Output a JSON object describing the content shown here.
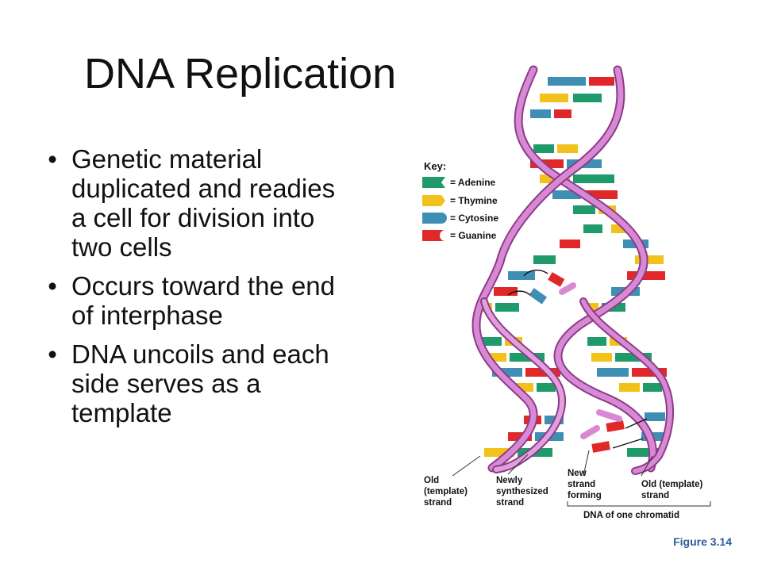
{
  "slide": {
    "title": "DNA Replication",
    "bullets": [
      "Genetic material duplicated and readies a cell for division into two cells",
      "Occurs toward the end of interphase",
      "DNA uncoils and each side serves as a template"
    ],
    "caption": "Figure 3.14"
  },
  "figure": {
    "key": {
      "heading": "Key:",
      "items": [
        {
          "label": "= Adenine",
          "color": "#1f9a6a"
        },
        {
          "label": "= Thymine",
          "color": "#f2c21b"
        },
        {
          "label": "= Cytosine",
          "color": "#3f8fb5"
        },
        {
          "label": "= Guanine",
          "color": "#e02828"
        }
      ]
    },
    "labels": {
      "old_template_left": [
        "Old",
        "(template)",
        "strand"
      ],
      "newly_synthesized": [
        "Newly",
        "synthesized",
        "strand"
      ],
      "new_strand_forming": [
        "New",
        "strand",
        "forming"
      ],
      "old_template_right": [
        "Old (template)",
        "strand"
      ],
      "dna_of_one_chromatid": "DNA of one chromatid"
    },
    "colors": {
      "backbone": "#c86fc4",
      "backbone_dark": "#8e3a8a",
      "adenine": "#1f9a6a",
      "thymine": "#f2c21b",
      "cytosine": "#3f8fb5",
      "guanine": "#e02828"
    }
  }
}
